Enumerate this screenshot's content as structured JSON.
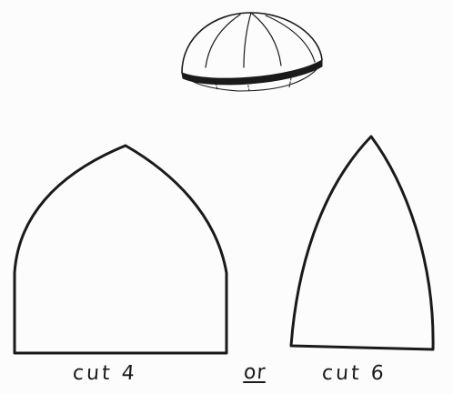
{
  "labels": {
    "option_a": "cut 4",
    "separator": "or",
    "option_b": "cut 6"
  },
  "colors": {
    "ink": "#1a1a1a",
    "band": "#1a1a1a",
    "paper": "#fcfcfc"
  },
  "icons": {
    "hat": "skullcap-icon",
    "panel_a": "four-panel-gore-shape",
    "panel_b": "six-panel-gore-shape"
  }
}
